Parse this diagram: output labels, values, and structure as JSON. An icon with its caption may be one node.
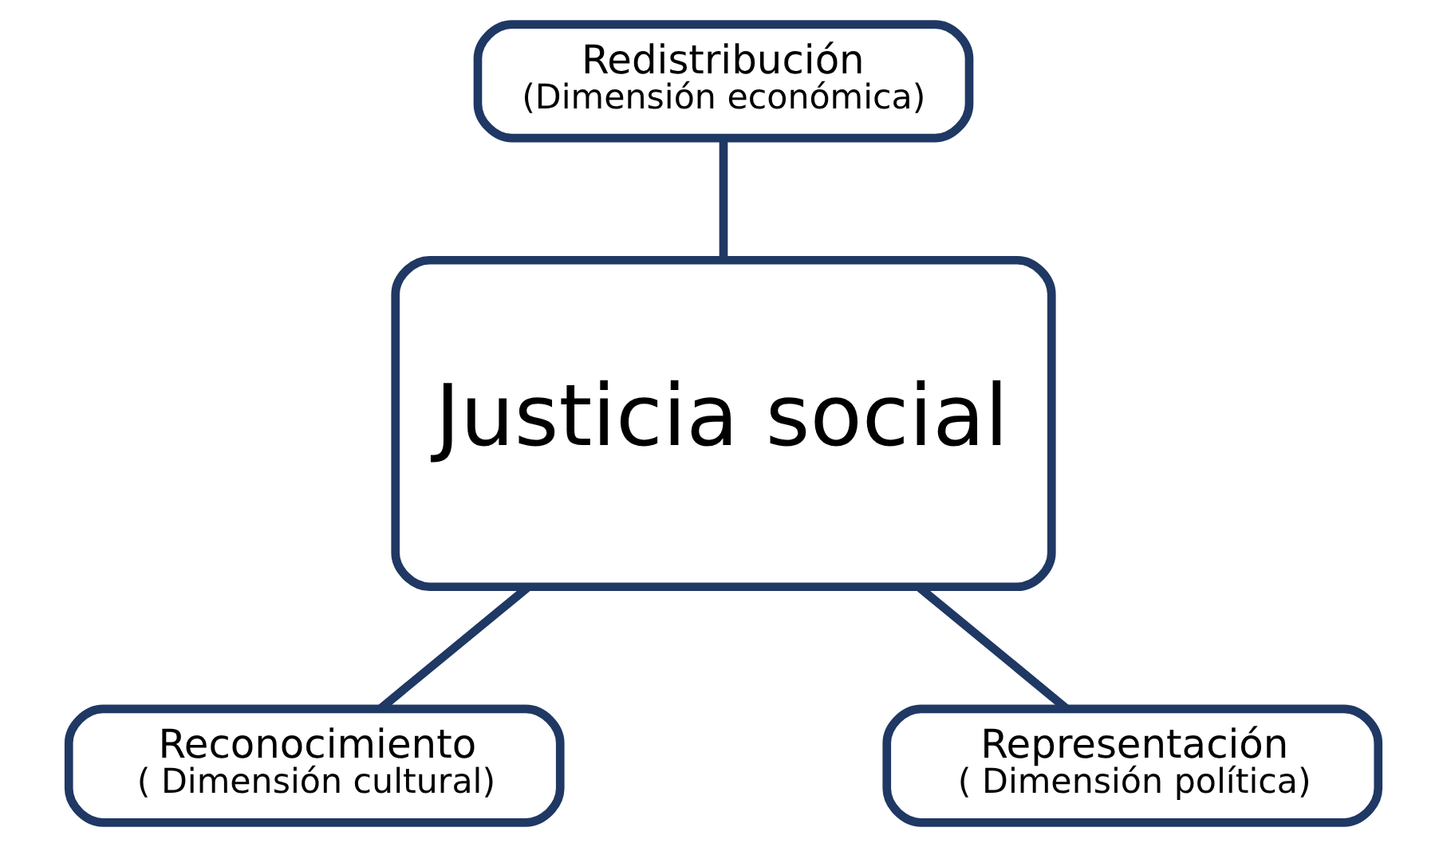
{
  "diagram": {
    "nodes": [
      {
        "text": [
          "Redistribución",
          "(Dimensión económica)"
        ]
      },
      {
        "text": [
          "Justicia social"
        ]
      },
      {
        "text": [
          "Reconocimiento",
          "( Dimensión cultural)"
        ]
      },
      {
        "text": [
          "Representación",
          "( Dimensión política)"
        ]
      }
    ],
    "edges": [
      {
        "from": 0,
        "to": 1,
        "arrow": "none"
      },
      {
        "from": 1,
        "to": 2,
        "arrow": "none"
      },
      {
        "from": 1,
        "to": 3,
        "arrow": "none"
      }
    ]
  }
}
